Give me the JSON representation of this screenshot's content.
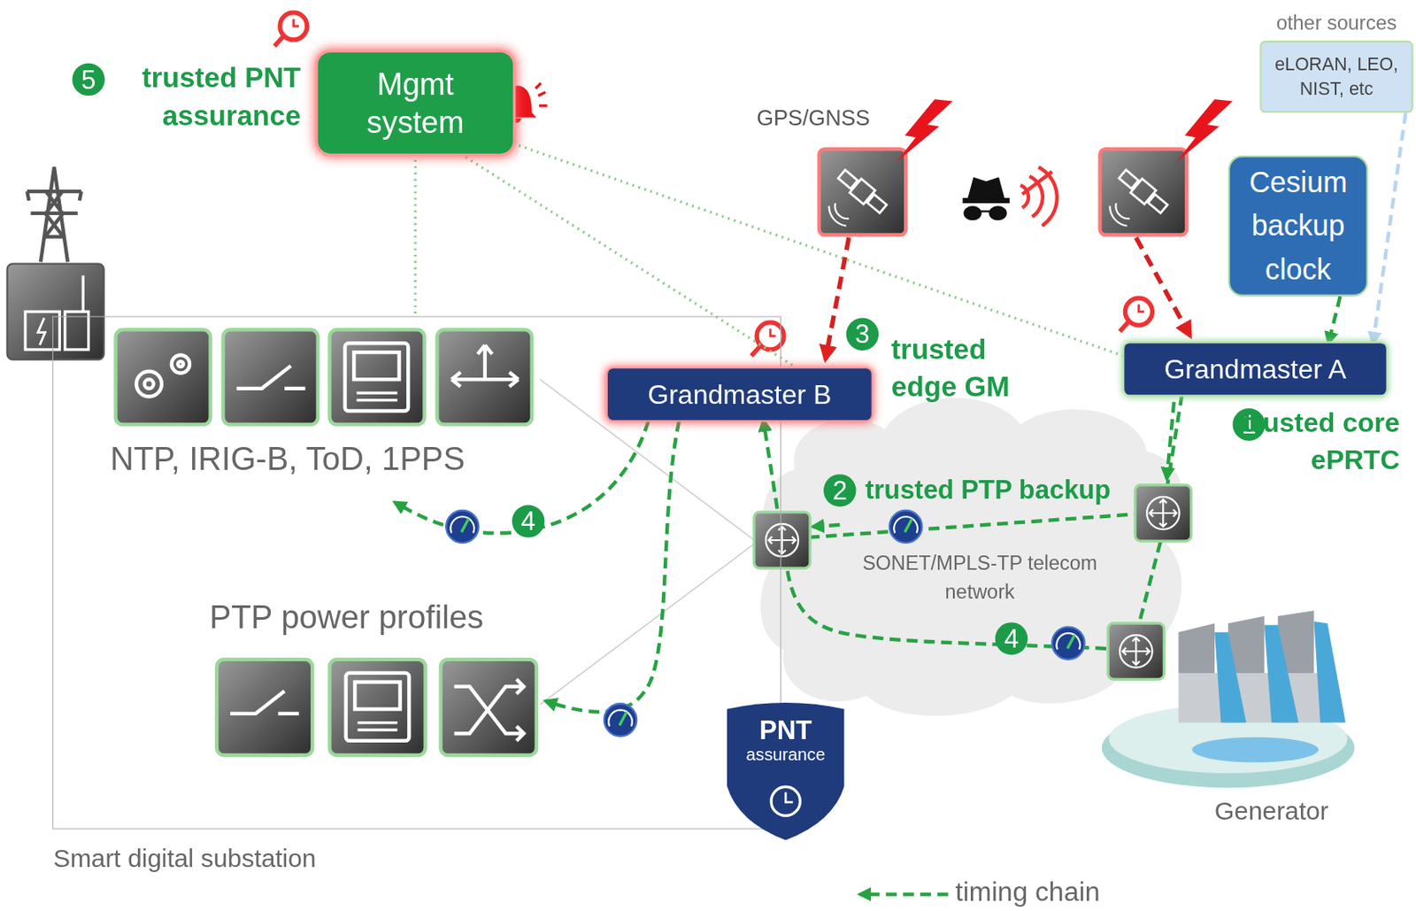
{
  "diagram": {
    "nodes": [
      {
        "text": [
          "Mgmt system"
        ]
      },
      {
        "text": [
          "Smart digital substation"
        ]
      },
      {
        "text": [
          "Grandmaster B"
        ]
      },
      {
        "text": [
          "other sources",
          "eLORAN, LEO, NIST, etc"
        ]
      },
      {
        "text": [
          "Cesium backup clock"
        ]
      },
      {
        "text": [
          "Grandmaster A"
        ]
      },
      {
        "text": [
          "PNT",
          "assurance"
        ]
      }
    ],
    "edges": [
      {
        "from": 0,
        "to": 1,
        "arrow": "none"
      },
      {
        "from": 0,
        "to": 2,
        "arrow": "none"
      },
      {
        "from": 0,
        "to": 5,
        "arrow": "none"
      },
      {
        "from": 3,
        "to": 5,
        "arrow": "to"
      },
      {
        "from": 4,
        "to": 5,
        "arrow": "to"
      },
      {
        "from": 5,
        "to": 2,
        "arrow": "to"
      }
    ],
    "labels": [
      "5",
      "trusted PNT assurance",
      "GPS/GNSS",
      "3",
      "trusted edge GM",
      "1",
      "trusted core ePRTC",
      "2",
      "trusted PTP backup",
      "NTP, IRIG-B, ToD, 1PPS",
      "4",
      "PTP power profiles",
      "SONET/MPLS-TP telecom network",
      "4",
      "Generator"
    ],
    "legend": [
      {
        "text": "timing chain"
      }
    ]
  }
}
